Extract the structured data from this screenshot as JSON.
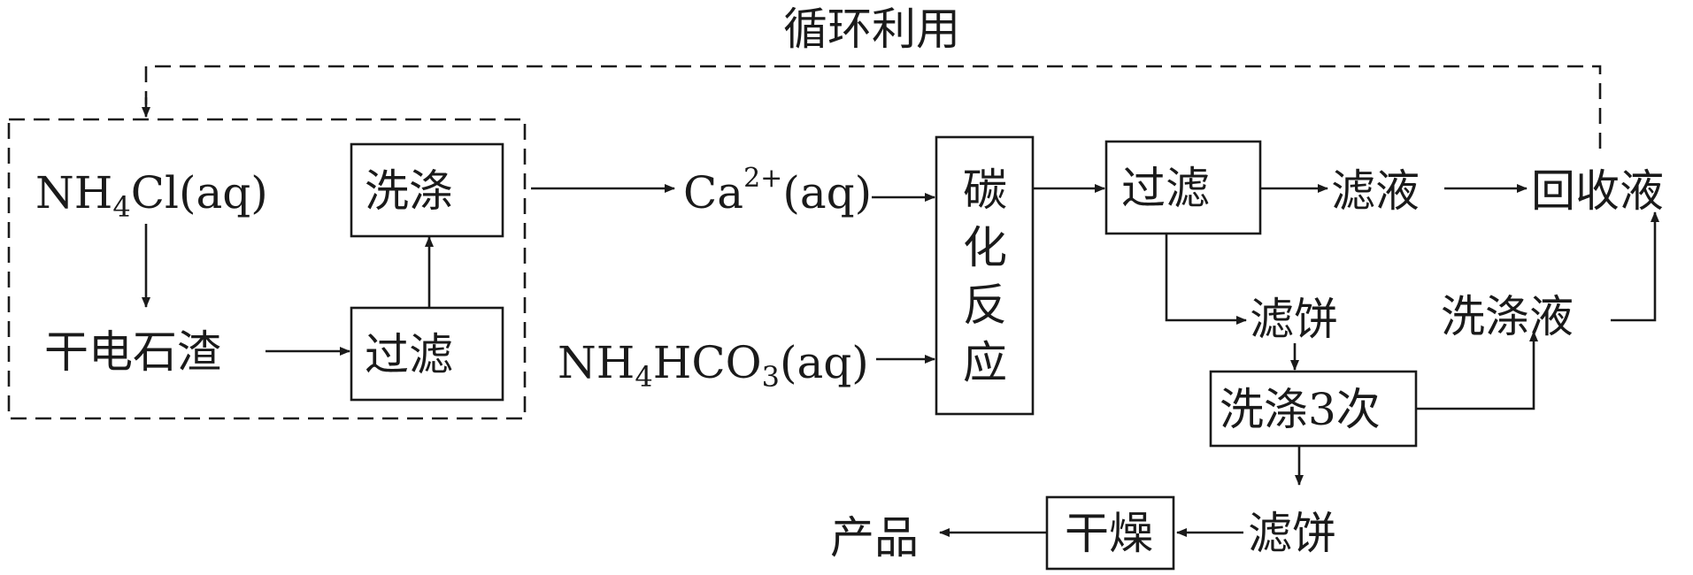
{
  "recycle_label": "循环利用",
  "nodes": {
    "nh4cl": {
      "main": "NH",
      "sub": "4",
      "rest": "Cl(aq)"
    },
    "dry_slag": "干电石渣",
    "filter1": "过滤",
    "wash1": "洗涤",
    "ca_ion": {
      "main": "Ca",
      "sup": "2+",
      "rest": "(aq)"
    },
    "nh4hco3": {
      "p1": "NH",
      "s1": "4",
      "p2": "HCO",
      "s2": "3",
      "p3": "(aq)"
    },
    "carbonation": [
      "碳",
      "化",
      "反",
      "应"
    ],
    "filter2": "过滤",
    "filtrate": "滤液",
    "recovered_liquid": "回收液",
    "filter_cake1": "滤饼",
    "wash3": "洗涤3次",
    "wash_liquid": "洗涤液",
    "filter_cake2": "滤饼",
    "dry": "干燥",
    "product": "产品"
  }
}
